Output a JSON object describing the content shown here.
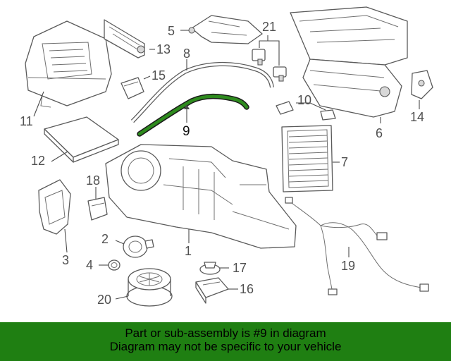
{
  "callouts": {
    "c1": "1",
    "c2": "2",
    "c3": "3",
    "c4": "4",
    "c5": "5",
    "c6": "6",
    "c7": "7",
    "c8": "8",
    "c9": "9",
    "c10": "10",
    "c11": "11",
    "c12": "12",
    "c13": "13",
    "c14": "14",
    "c15": "15",
    "c16": "16",
    "c17": "17",
    "c18": "18",
    "c19": "19",
    "c20": "20",
    "c21": "21"
  },
  "highlight": {
    "part_number": "9",
    "color": "#2e8b1e"
  },
  "banner": {
    "line1": "Part or sub-assembly is #9 in diagram",
    "line2": "Diagram may not be specific to your vehicle",
    "background": "#1f7f12"
  }
}
